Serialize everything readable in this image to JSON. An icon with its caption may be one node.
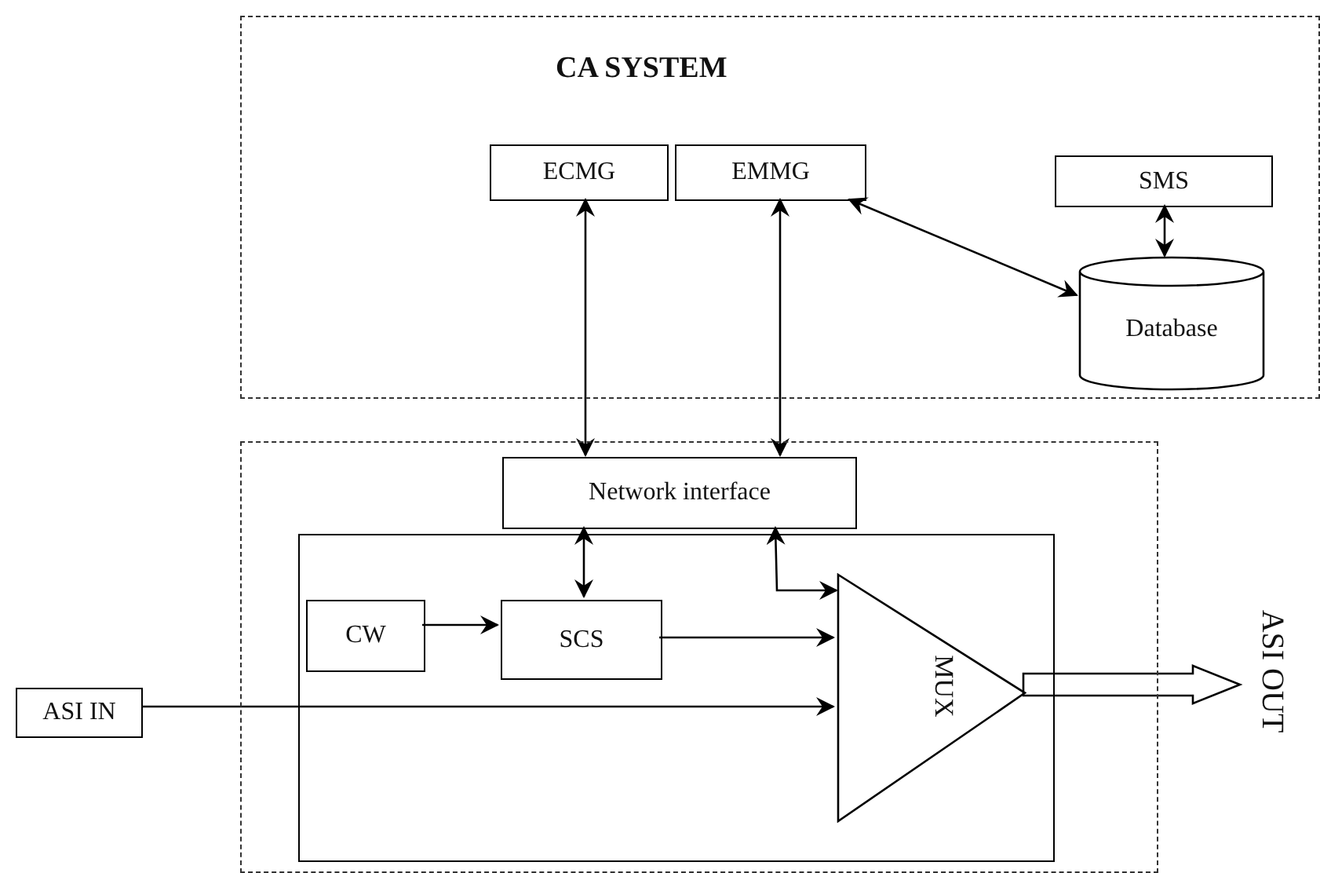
{
  "diagram": {
    "nodes": [
      {
        "text": [
          "CA SYSTEM"
        ]
      },
      {
        "text": [
          "ECMG"
        ],
        "in": 0
      },
      {
        "text": [
          "EMMG"
        ],
        "in": 0
      },
      {
        "text": [
          "SMS"
        ],
        "in": 0
      },
      {
        "text": [
          "Database"
        ],
        "in": 0
      },
      {
        "text": [],
        "shape": "box"
      },
      {
        "text": [
          "Network interface"
        ],
        "in": 5
      },
      {
        "text": [],
        "shape": "box",
        "in": 5
      },
      {
        "text": [
          "CW"
        ],
        "in": 7
      },
      {
        "text": [
          "SCS"
        ],
        "in": 7
      },
      {
        "text": [
          "MUX"
        ],
        "in": 7
      },
      {
        "text": [
          "ASI IN"
        ]
      },
      {
        "text": [
          "ASI OUT"
        ]
      }
    ],
    "edges": [
      {
        "from": 1,
        "to": 6,
        "arrow": "both"
      },
      {
        "from": 2,
        "to": 6,
        "arrow": "both"
      },
      {
        "from": 2,
        "to": 4,
        "arrow": "both"
      },
      {
        "from": 3,
        "to": 4,
        "arrow": "both"
      },
      {
        "from": 6,
        "to": 9,
        "arrow": "both"
      },
      {
        "from": 6,
        "to": 10,
        "arrow": "both"
      },
      {
        "from": 8,
        "to": 9,
        "arrow": "to"
      },
      {
        "from": 9,
        "to": 10,
        "arrow": "to"
      },
      {
        "from": 11,
        "to": 10,
        "arrow": "to"
      },
      {
        "from": 10,
        "to": 12,
        "arrow": "to",
        "style": "thick"
      }
    ]
  }
}
